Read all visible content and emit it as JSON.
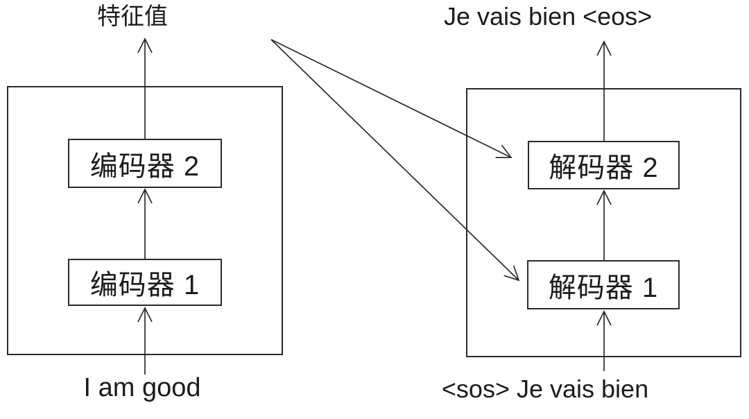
{
  "diagram": {
    "title_semantic": "encoder-decoder sequence-to-sequence translation diagram",
    "encoder": {
      "output_label": "特征值",
      "input_label": "I am good",
      "blocks": [
        {
          "label": "编码器 1"
        },
        {
          "label": "编码器 2"
        }
      ]
    },
    "decoder": {
      "output_label": "Je vais bien <eos>",
      "input_label": "<sos> Je vais bien",
      "blocks": [
        {
          "label": "解码器 1"
        },
        {
          "label": "解码器 2"
        }
      ]
    },
    "colors": {
      "stroke": "#2a2a2a",
      "background": "#ffffff"
    }
  }
}
